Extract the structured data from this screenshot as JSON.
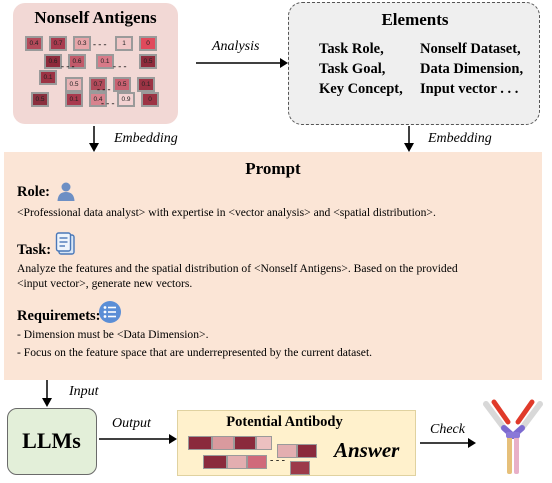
{
  "antigens": {
    "title": "Nonself Antigens",
    "cells": [
      "0.4",
      "0.7",
      "0.3",
      "1",
      "0",
      "0.6",
      "0.6",
      "0.1",
      "0.5",
      "0.1",
      "0.5",
      "0.7",
      "0.5",
      "0.1",
      "0.5",
      "0.1",
      "0.4",
      "0.9",
      "0"
    ]
  },
  "elements": {
    "title": "Elements",
    "col1": [
      "Task Role,",
      "Task Goal,",
      "Key Concept,"
    ],
    "col2": [
      "Nonself Dataset,",
      "Data Dimension,",
      "Input vector . . ."
    ]
  },
  "arrows": {
    "analysis": "Analysis",
    "embedding_left": "Embedding",
    "embedding_right": "Embedding",
    "input": "Input",
    "output": "Output",
    "check": "Check"
  },
  "prompt": {
    "title": "Prompt",
    "role_head": "Role:",
    "role_text": "<Professional data analyst> with expertise in <vector analysis> and <spatial distribution>.",
    "task_head": "Task:",
    "task_line1": "Analyze the features and the spatial distribution of <Nonself Antigens>. Based on the provided",
    "task_line2": "<input vector>, generate new vectors.",
    "req_head": "Requiremets:",
    "req_line1": "- Dimension must be <Data Dimension>.",
    "req_line2": "- Focus on the feature space that are underrepresented by the current dataset."
  },
  "llm": {
    "label": "LLMs"
  },
  "antibody": {
    "title": "Potential Antibody",
    "answer": "Answer"
  },
  "colors": {
    "antigen_bg": "#f2d8d5",
    "prompt_bg": "#fbe5d6",
    "llm_bg": "#e3efd9",
    "antibody_bg": "#fff1cc"
  },
  "icons": [
    "user-icon",
    "document-icon",
    "list-icon",
    "antibody-icon"
  ]
}
